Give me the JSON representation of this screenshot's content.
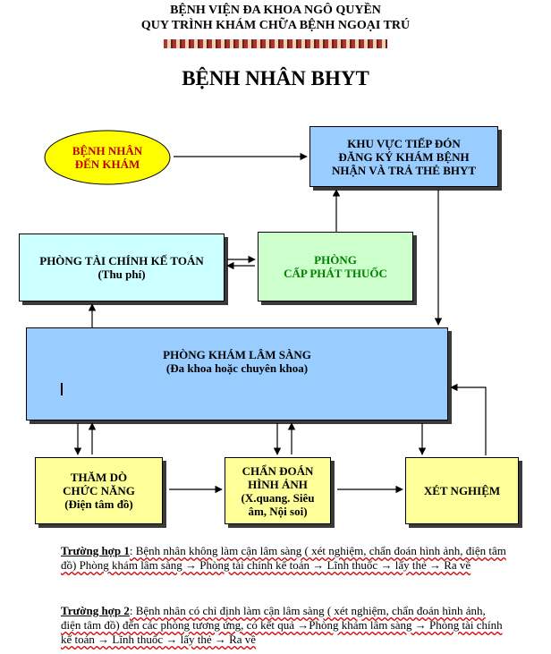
{
  "header": {
    "hospital": "BỆNH VIỆN ĐA KHOA NGÔ QUYỀN",
    "process": "QUY TRÌNH KHÁM CHỮA BỆNH NGOẠI TRÚ",
    "title": "BỆNH NHÂN BHYT"
  },
  "nodes": {
    "patient": {
      "line1": "BỆNH NHÂN",
      "line2": "ĐẾN KHÁM"
    },
    "reception": {
      "line1": "KHU VỰC TIẾP ĐÓN",
      "line2": "ĐĂNG KÝ KHÁM BỆNH",
      "line3": "NHẬN VÀ TRẢ THẺ BHYT"
    },
    "finance": {
      "line1": "PHÒNG TÀI CHÍNH KẾ TOÁN",
      "line2": "(Thu phí)"
    },
    "pharmacy": {
      "line1": "PHÒNG",
      "line2": "CẤP PHÁT THUỐC"
    },
    "clinic": {
      "line1": "PHÒNG KHÁM LÂM SÀNG",
      "line2": "(Đa khoa hoặc chuyên khoa)"
    },
    "functional": {
      "line1": "THĂM DÒ",
      "line2": "CHỨC NĂNG",
      "line3": "(Điện tâm đồ)"
    },
    "imaging": {
      "line1": "CHẨN ĐOÁN",
      "line2": "HÌNH ẢNH",
      "line3": "(X.quang. Siêu",
      "line4": "âm, Nội soi)"
    },
    "lab": {
      "line1": "XÉT NGHIỆM"
    }
  },
  "colors": {
    "patient_fill": "#ffff00",
    "reception_fill": "#99ccff",
    "finance_fill": "#ccffff",
    "pharmacy_fill": "#ccffcc",
    "clinic_fill": "#99ccff",
    "lower_fill": "#ffff99"
  },
  "notes": {
    "case1": {
      "label": "Trường hợp 1",
      "text": ": Bệnh nhân không làm cận lâm sàng ( xét nghiệm, chẩn đoán hình ảnh, điện tâm đồ) Phòng khám lâm sàng → Phòng tài chính kế toán → Lĩnh thuốc → lấy thẻ → Ra về"
    },
    "case2": {
      "label": "Trường hợp 2",
      "text": ": Bệnh nhân có chỉ định làm cận lâm sàng ( xét nghiệm, chẩn đoán hình ảnh, điện tâm đồ) đến các phòng tương ứng, có kết quả →Phòng khám lâm sàng → Phòng tài chính kế toán → Lĩnh thuốc → lấy thẻ → Ra về"
    }
  }
}
